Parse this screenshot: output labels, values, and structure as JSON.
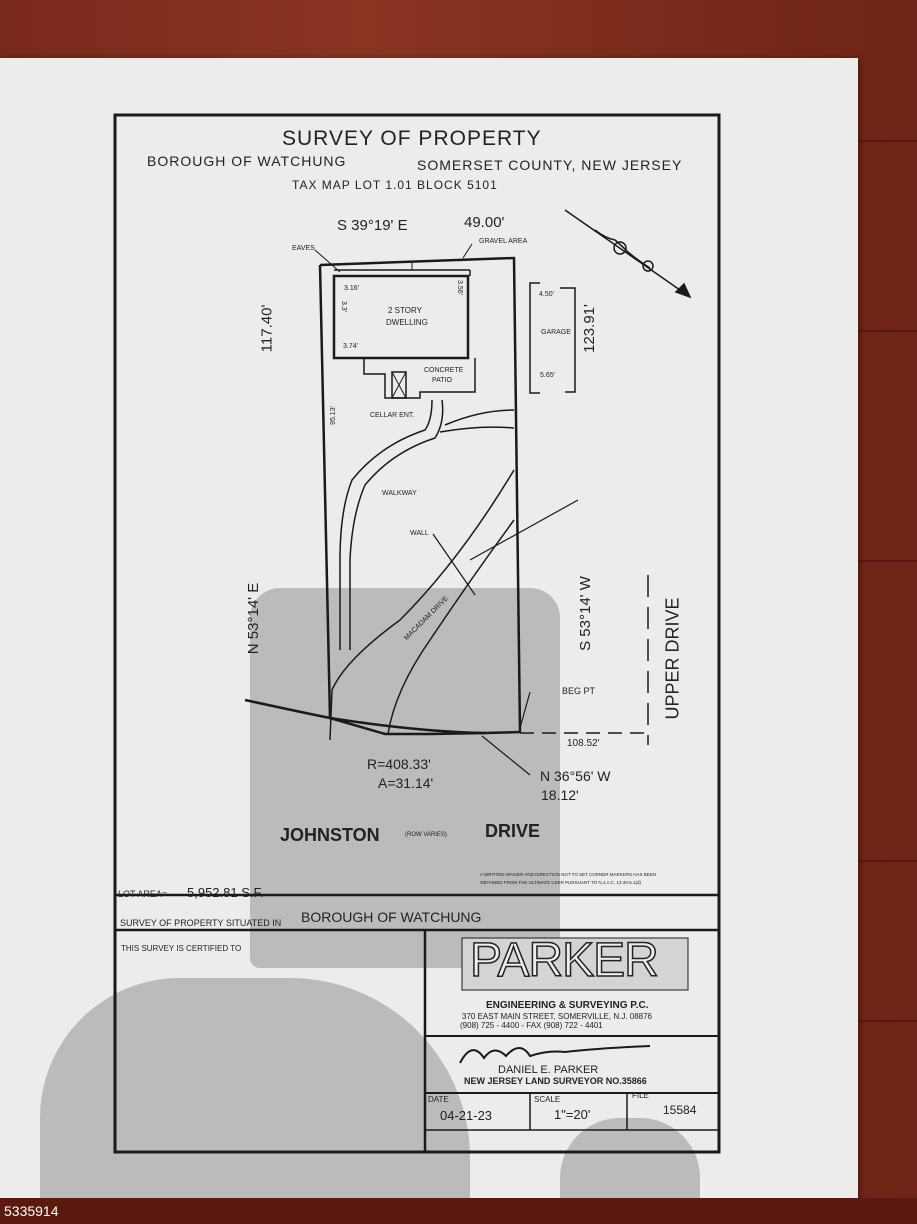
{
  "survey": {
    "title": "SURVEY OF PROPERTY",
    "borough": "BOROUGH OF WATCHUNG",
    "county": "SOMERSET COUNTY, NEW JERSEY",
    "taxmap": "TAX MAP LOT 1.01 BLOCK 5101"
  },
  "plot": {
    "bearing_top": "S 39°19' E",
    "distance_top": "49.00'",
    "gravel": "GRAVEL AREA",
    "eaves": "EAVES",
    "dwelling_l1": "2 STORY",
    "dwelling_l2": "DWELLING",
    "dim_316": "3.16'",
    "dim_356": "3.56'",
    "dim_374": "3.74'",
    "dim_left_small": "3.3'",
    "patio_l1": "CONCRETE",
    "patio_l2": "PATIO",
    "cellar": "CELLAR ENT.",
    "dim_9513": "95.13'",
    "garage": "GARAGE",
    "garage_top": "4.50'",
    "garage_bot": "5.65'",
    "left_dist": "117.40'",
    "right_dist": "123.91'",
    "walkway": "WALKWAY",
    "wall": "WALL",
    "macadam": "MACADAM DRIVE",
    "left_bearing": "N 53°14' E",
    "right_bearing": "S 53°14' W",
    "upper_drive": "UPPER DRIVE",
    "beg_pt": "BEG PT",
    "dist_10852": "108.52'",
    "radius": "R=408.33'",
    "arc": "A=31.14'",
    "bottom_bearing": "N 36°56' W",
    "bottom_dist": "18.12'",
    "johnston": "JOHNSTON",
    "row_varies": "(ROW VARIES)",
    "drive": "DRIVE",
    "waiver_l1": "A WRITTEN WAIVER AND DIRECTION NOT TO SET CORNER MARKERS HAS BEEN",
    "waiver_l2": "OBTAINED FROM THE ULTIMATE USER PURSUANT TO N.J.A.C. 13:40-5.1(d)",
    "lot_area_label": "LOT AREA=",
    "lot_area_value": "5,952.81 S.F."
  },
  "titleblock": {
    "situated_label": "SURVEY OF PROPERTY SITUATED IN",
    "situated_value": "BOROUGH OF WATCHUNG",
    "certified": "THIS SURVEY IS CERTIFIED TO",
    "logo": "PARKER",
    "firm": "ENGINEERING & SURVEYING P.C.",
    "address": "370 EAST MAIN STREET, SOMERVILLE, N.J. 08876",
    "phone": "(908) 725 - 4400  -  FAX (908) 722 - 4401",
    "surveyor": "DANIEL E. PARKER",
    "license": "NEW JERSEY LAND SURVEYOR NO.35866",
    "date_label": "DATE",
    "date_value": "04-21-23",
    "scale_label": "SCALE",
    "scale_value": "1\"=20'",
    "file_label": "FILE",
    "file_value": "15584"
  },
  "listing_id": "5335914"
}
